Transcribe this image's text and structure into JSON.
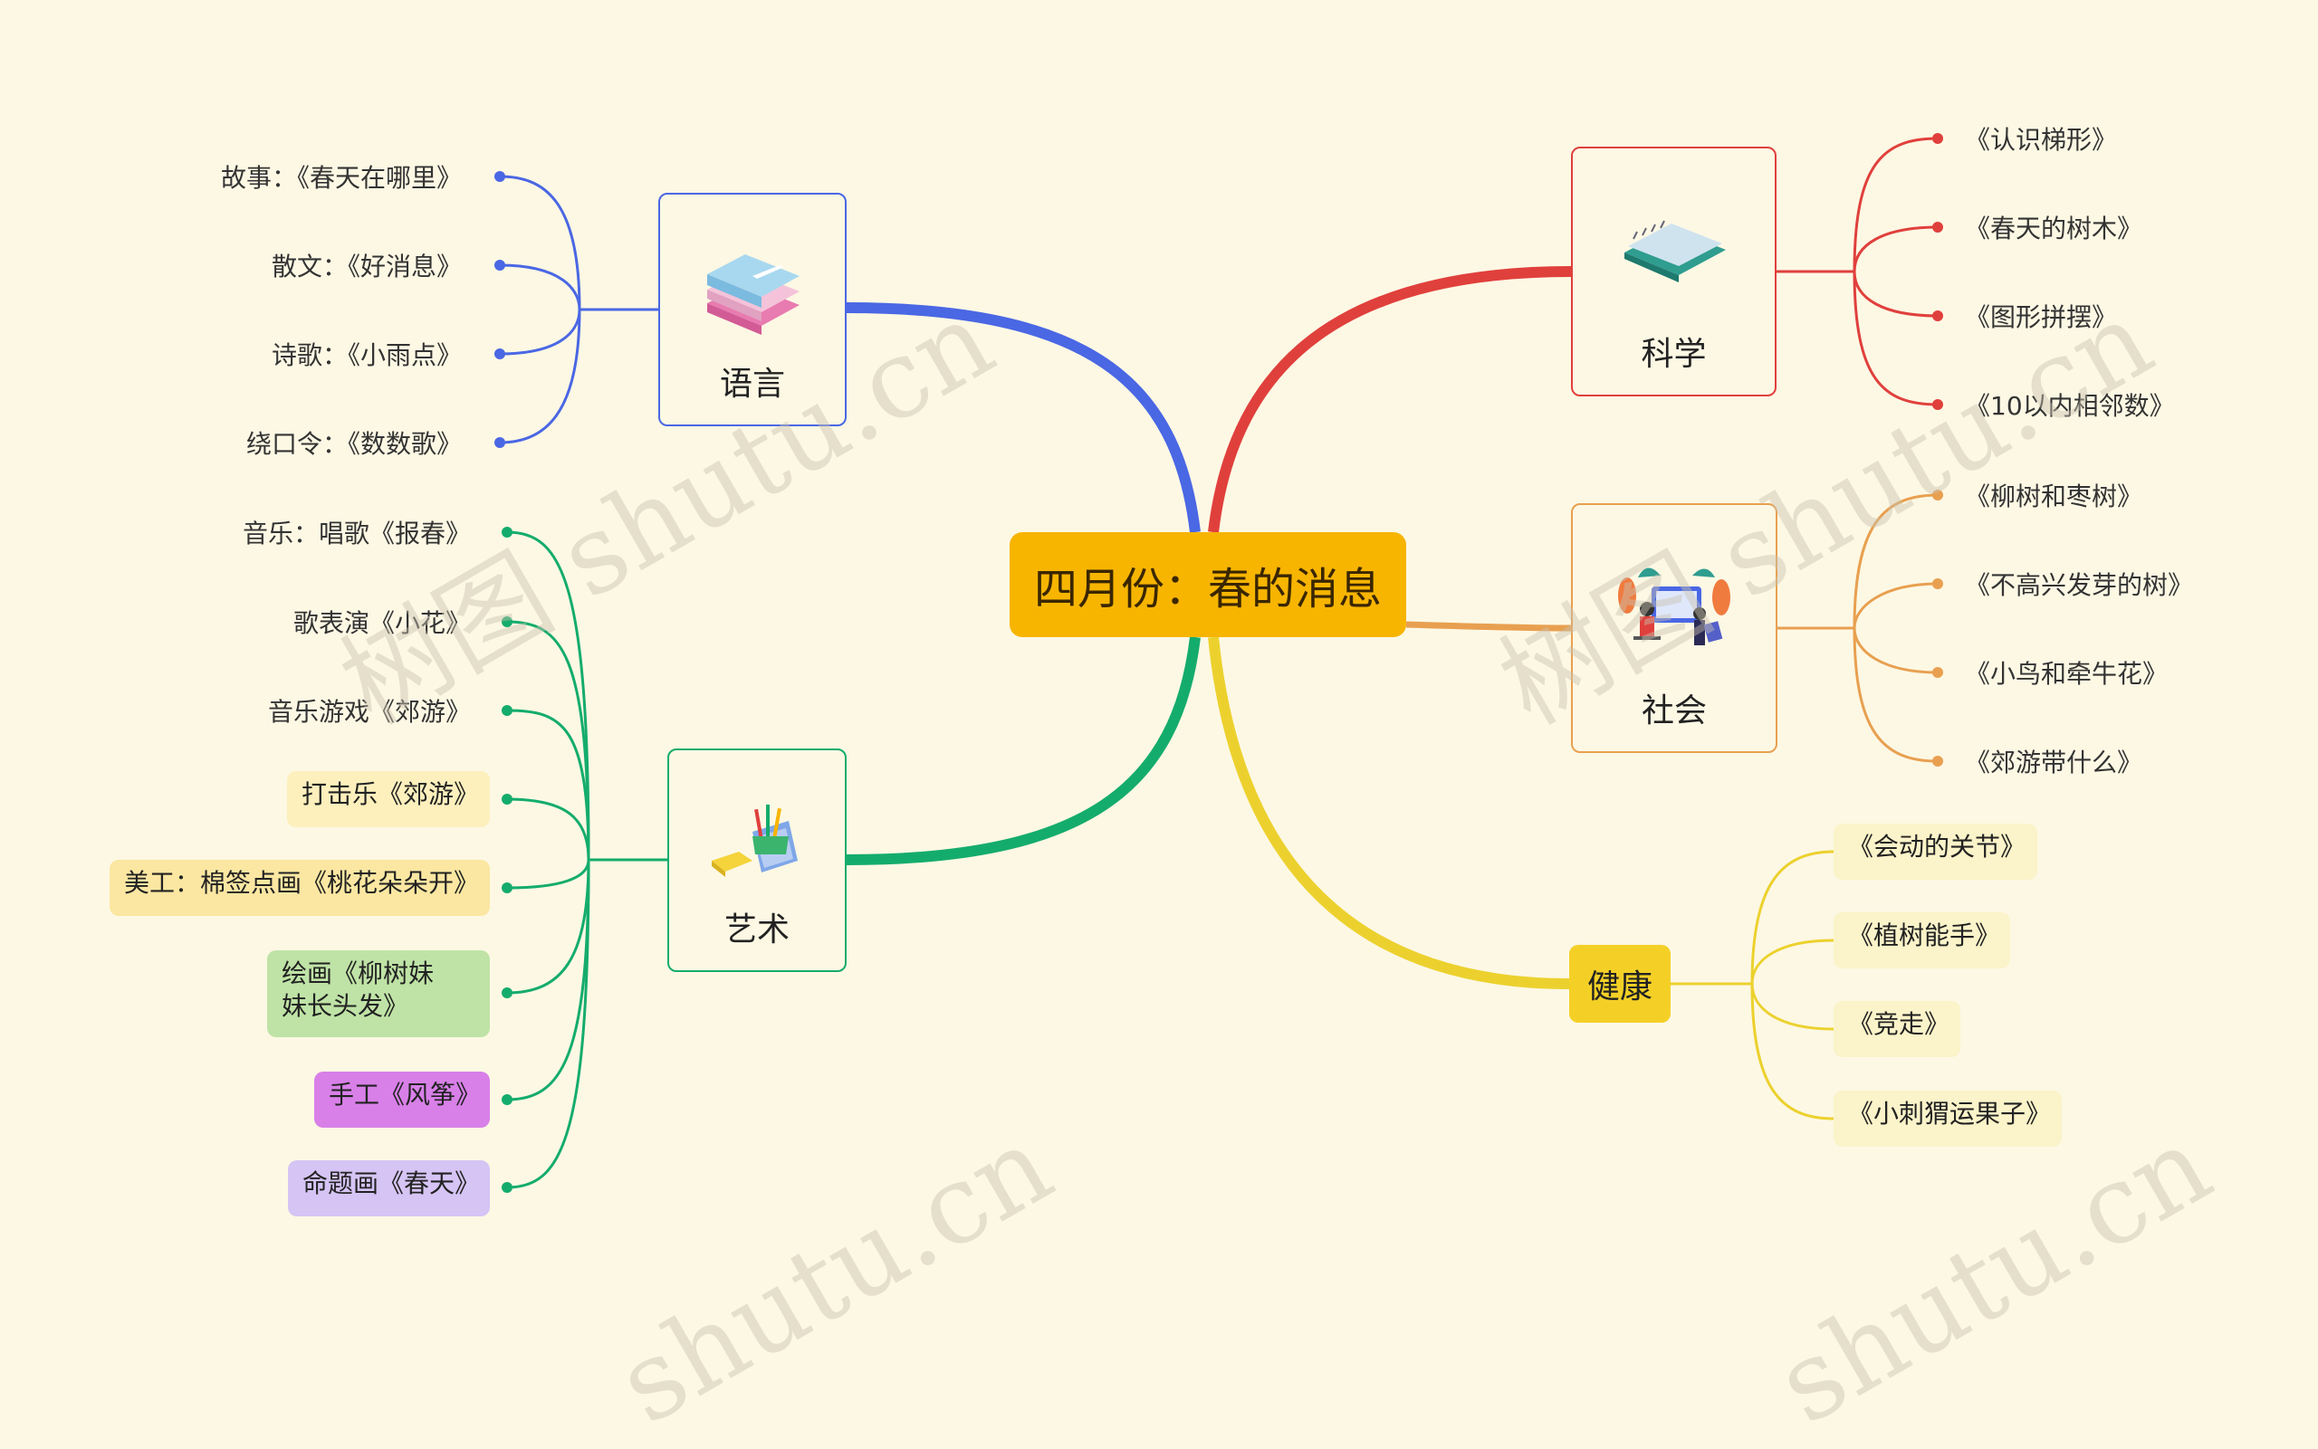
{
  "central": "四月份：春的消息",
  "topics": {
    "language": {
      "label": "语言",
      "color": "#4a67e4",
      "leaves": [
        "故事：《春天在哪里》",
        "散文：《好消息》",
        "诗歌：《小雨点》",
        "绕口令：《数数歌》"
      ]
    },
    "art": {
      "label": "艺术",
      "color": "#14ac6c",
      "leaves": [
        "音乐：唱歌《报春》",
        "歌表演《小花》",
        "音乐游戏《郊游》",
        "打击乐《郊游》",
        "美工：棉签点画《桃花朵朵开》",
        "绘画《柳树妹妹长头发》",
        "手工《风筝》",
        "命题画《春天》"
      ]
    },
    "science": {
      "label": "科学",
      "color": "#e0403c",
      "leaves": [
        "《认识梯形》",
        "《春天的树木》",
        "《图形拼摆》",
        "《10以内相邻数》"
      ]
    },
    "society": {
      "label": "社会",
      "color": "#e8a050",
      "leaves": [
        "《柳树和枣树》",
        "《不高兴发芽的树》",
        "《小鸟和牵牛花》",
        "《郊游带什么》"
      ]
    },
    "health": {
      "label": "健康",
      "color": "#ecd12e",
      "leaves": [
        "《会动的关节》",
        "《植树能手》",
        "《竞走》",
        "《小刺猬运果子》"
      ]
    }
  },
  "watermark": "树图 shutu.cn",
  "watermark_short": "shutu.cn"
}
